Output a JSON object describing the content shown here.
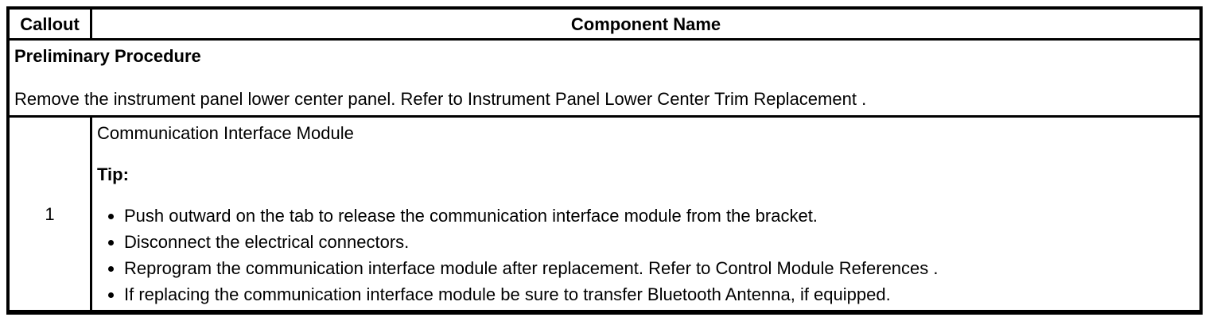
{
  "table": {
    "header": {
      "callout_label": "Callout",
      "component_name_label": "Component Name"
    },
    "preliminary": {
      "title": "Preliminary Procedure",
      "text": "Remove the instrument panel lower center panel. Refer to Instrument Panel Lower Center Trim Replacement ."
    },
    "rows": [
      {
        "callout": "1",
        "component": "Communication Interface Module",
        "tip_label": "Tip:",
        "tips": [
          "Push outward on the tab to release the communication interface module from the bracket.",
          "Disconnect the electrical connectors.",
          "Reprogram the communication interface module after replacement. Refer to Control Module References .",
          "If replacing the communication interface module be sure to transfer Bluetooth Antenna, if equipped."
        ]
      }
    ]
  }
}
